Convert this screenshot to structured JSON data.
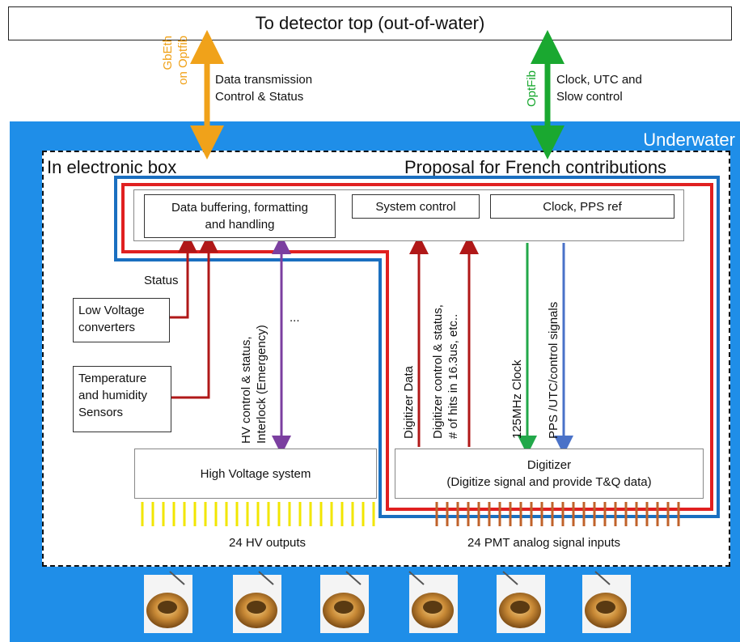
{
  "top": {
    "label": "To detector top (out-of-water)"
  },
  "links": {
    "gbeth_line1": "GbEth",
    "gbeth_line2": "on Optfib",
    "data_line1": "Data transmission",
    "data_line2": "Control & Status",
    "optfib": "OptFib",
    "clock_line1": "Clock, UTC and",
    "clock_line2": "Slow control"
  },
  "underwater": {
    "label": "Underwater"
  },
  "ebox": {
    "label": "In electronic box",
    "proposal": "Proposal for French contributions",
    "data_buffering_line1": "Data buffering, formatting",
    "data_buffering_line2": "and handling",
    "system_control": "System control",
    "clock_pps": "Clock, PPS ref",
    "status": "Status",
    "low_voltage_line1": "Low Voltage",
    "low_voltage_line2": "converters",
    "temp_line1": "Temperature",
    "temp_line2": "and humidity",
    "temp_line3": "Sensors",
    "hv_ctrl_line1": "HV control & status,",
    "hv_ctrl_line2": "Interlock (Emergency)",
    "ellipsis": "...",
    "digitizer_data": "Digitizer Data",
    "dig_ctrl_line1": "Digitizer control & status,",
    "dig_ctrl_line2": "# of hits in 16.3us, etc..",
    "clock_125": "125MHz Clock",
    "pps_signals": "PPS /UTC/control signals",
    "hv_system": "High Voltage system",
    "digitizer_line1": "Digitizer",
    "digitizer_line2": "(Digitize signal and provide T&Q data)",
    "hv_outputs": "24 HV outputs",
    "pmt_inputs": "24 PMT analog signal inputs"
  },
  "colors": {
    "underwater": "#1f8ee8",
    "gbeth": "#f0a21a",
    "optfib": "#1aa830",
    "red_outline": "#e02020",
    "blue_outline": "#1a6fc0",
    "status_line": "#b01818",
    "hv_line": "#7b3fa0",
    "clock_line": "#22a84a",
    "pps_line": "#4a72c8",
    "hv_pins": "#f2e600",
    "pmt_pins": "#c0622a"
  },
  "icons": {
    "pmt": "pmt-photomultiplier-icon"
  }
}
